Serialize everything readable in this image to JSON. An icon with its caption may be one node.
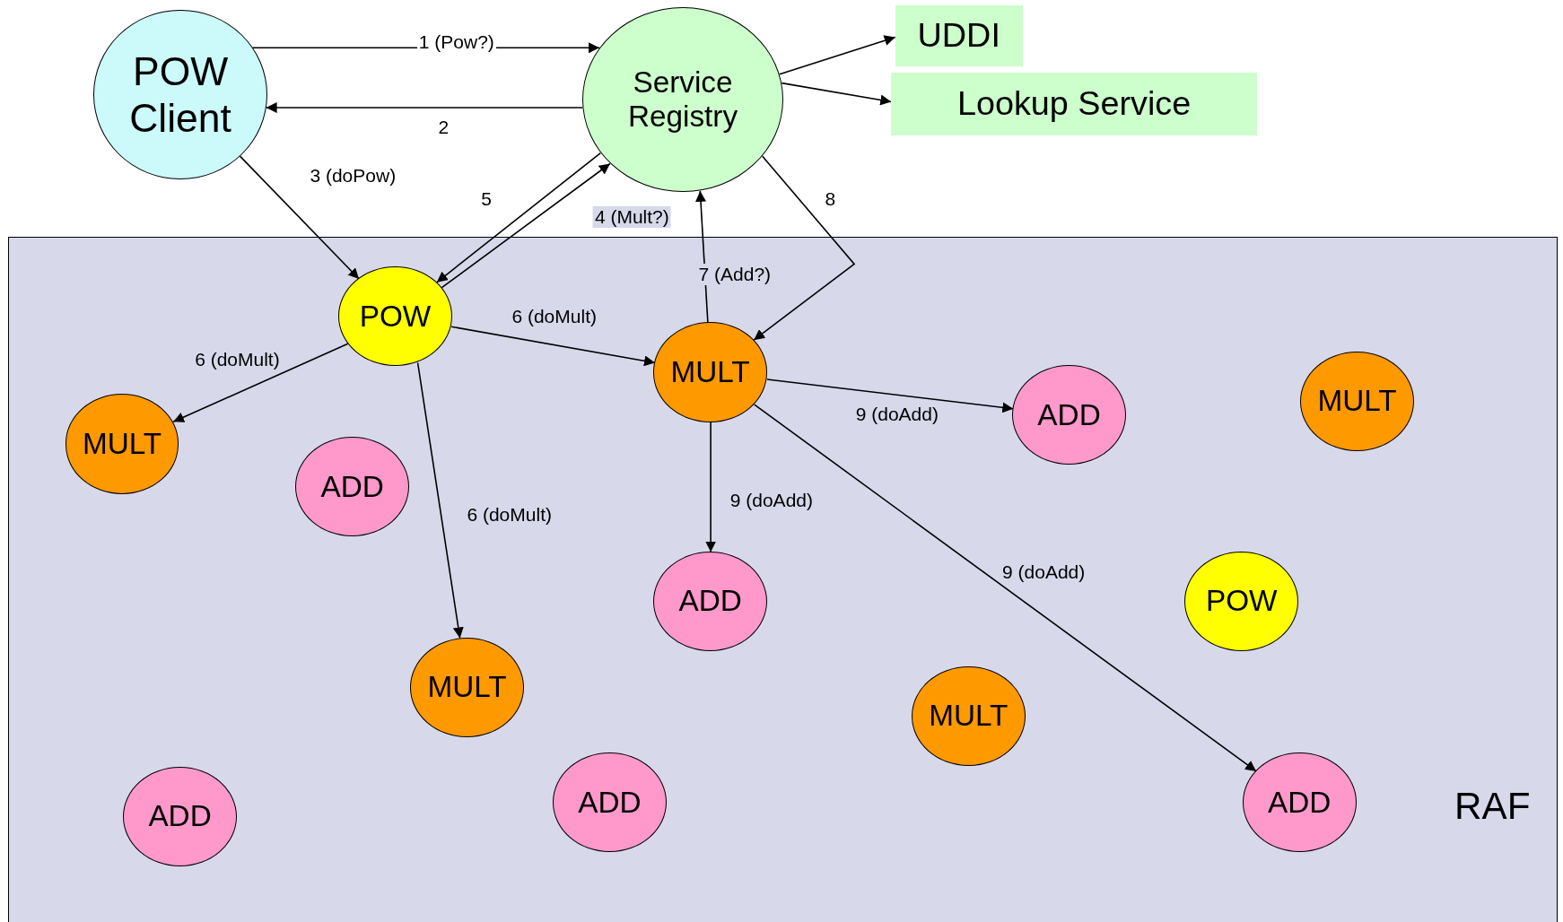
{
  "diagram": {
    "nodes": [
      {
        "text": [
          "POW Client"
        ]
      },
      {
        "text": [
          "Service Registry"
        ]
      },
      {
        "text": [
          "UDDI"
        ]
      },
      {
        "text": [
          "Lookup Service"
        ]
      },
      {
        "text": [
          "RAF"
        ]
      },
      {
        "text": [
          "POW"
        ],
        "in": 4
      },
      {
        "text": [
          "MULT"
        ],
        "in": 4
      },
      {
        "text": [
          "MULT"
        ],
        "in": 4
      },
      {
        "text": [
          "ADD"
        ],
        "in": 4
      },
      {
        "text": [
          "MULT"
        ],
        "in": 4
      },
      {
        "text": [
          "ADD"
        ],
        "in": 4
      },
      {
        "text": [
          "ADD"
        ],
        "in": 4
      },
      {
        "text": [
          "POW"
        ],
        "in": 4
      },
      {
        "text": [
          "MULT"
        ],
        "in": 4
      },
      {
        "text": [
          "MULT"
        ],
        "in": 4
      },
      {
        "text": [
          "ADD"
        ],
        "in": 4
      },
      {
        "text": [
          "ADD"
        ],
        "in": 4
      },
      {
        "text": [
          "ADD"
        ],
        "in": 4
      }
    ],
    "edges": [
      {
        "from": 0,
        "to": 1,
        "arrow": "to",
        "label": "1 (Pow?)"
      },
      {
        "from": 1,
        "to": 0,
        "arrow": "to",
        "label": "2"
      },
      {
        "from": 0,
        "to": 5,
        "arrow": "to",
        "label": "3 (doPow)"
      },
      {
        "from": 1,
        "to": 5,
        "arrow": "to",
        "label": "5"
      },
      {
        "from": 5,
        "to": 1,
        "arrow": "to",
        "label": "4 (Mult?)"
      },
      {
        "from": 1,
        "to": 6,
        "arrow": "to",
        "label": "8"
      },
      {
        "from": 6,
        "to": 1,
        "arrow": "to",
        "label": "7 (Add?)"
      },
      {
        "from": 5,
        "to": 6,
        "arrow": "to",
        "label": "6 (doMult)"
      },
      {
        "from": 5,
        "to": 7,
        "arrow": "to",
        "label": "6 (doMult)"
      },
      {
        "from": 5,
        "to": 13,
        "arrow": "to",
        "label": "6 (doMult)"
      },
      {
        "from": 6,
        "to": 10,
        "arrow": "to",
        "label": "9 (doAdd)"
      },
      {
        "from": 6,
        "to": 11,
        "arrow": "to",
        "label": "9 (doAdd)"
      },
      {
        "from": 6,
        "to": 17,
        "arrow": "to",
        "label": "9 (doAdd)"
      },
      {
        "from": 1,
        "to": 2,
        "arrow": "to"
      },
      {
        "from": 1,
        "to": 3,
        "arrow": "to"
      }
    ]
  }
}
